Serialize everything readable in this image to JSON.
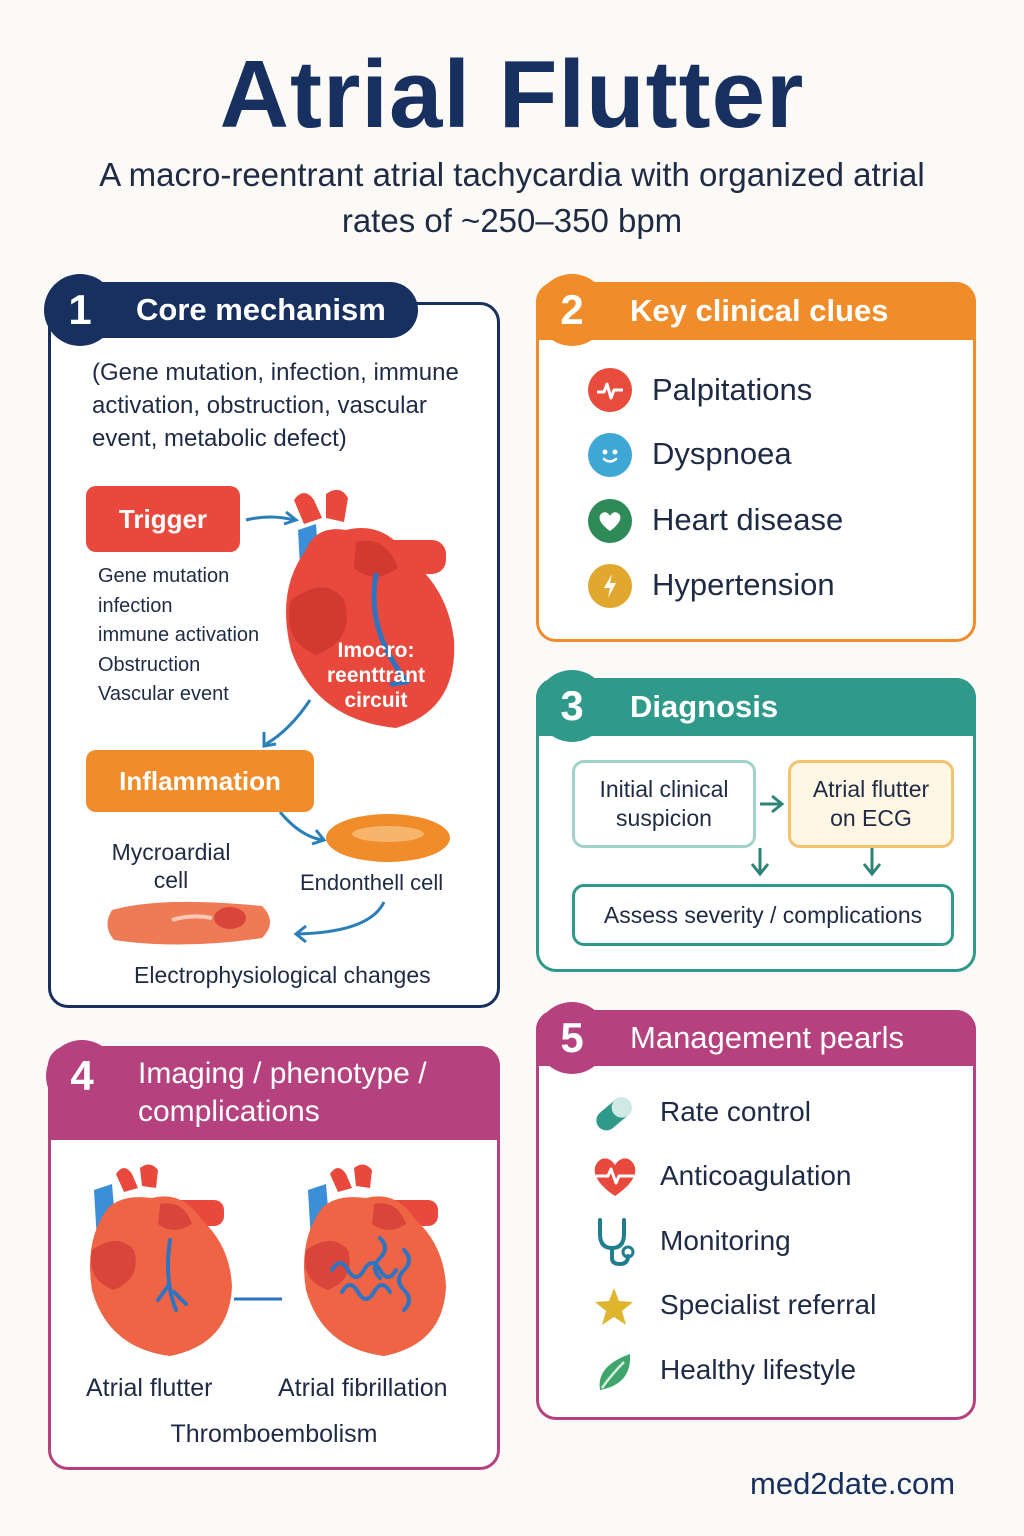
{
  "header": {
    "title": "Atrial Flutter",
    "subtitle": "A macro-reentrant atrial tachycardia with organized atrial rates of ~250–350 bpm"
  },
  "panel1": {
    "number": "1",
    "title": "Core mechanism",
    "intro": "(Gene  mutation, infection, immune activation, obstruction, vascular event, metabolic defect)",
    "trigger_label": "Trigger",
    "trigger_items": [
      "Gene mutation",
      "infection",
      "immune activation",
      "Obstruction",
      "Vascular event"
    ],
    "heart_label": "Imocro: reenttrant circuit",
    "inflammation_label": "Inflammation",
    "myocardial_label": "Mycroardial cell",
    "endothelial_label": "Endonthell cell",
    "footer": "Electrophysiological changes"
  },
  "panel2": {
    "number": "2",
    "title": "Key clinical clues",
    "items": [
      {
        "label": "Palpitations",
        "icon": "pulse-icon",
        "color": "#e74c3c"
      },
      {
        "label": "Dyspnoea",
        "icon": "face-icon",
        "color": "#3fa7d6"
      },
      {
        "label": "Heart disease",
        "icon": "heart-icon",
        "color": "#2e8b57"
      },
      {
        "label": "Hypertension",
        "icon": "lightning-icon",
        "color": "#e0a82e"
      }
    ]
  },
  "panel3": {
    "number": "3",
    "title": "Diagnosis",
    "box_suspicion": "Initial clinical suspicion",
    "box_ecg": "Atrial flutter on ECG",
    "box_assess": "Assess severity / complications"
  },
  "panel4": {
    "number": "4",
    "title": "Imaging / phenotype / complications",
    "left_label": "Atrial flutter",
    "right_label": "Atrial fibrillation",
    "footer": "Thromboembolism"
  },
  "panel5": {
    "number": "5",
    "title": "Management pearls",
    "items": [
      {
        "label": "Rate control",
        "icon": "capsule-icon"
      },
      {
        "label": "Anticoagulation",
        "icon": "heart-ecg-icon"
      },
      {
        "label": "Monitoring",
        "icon": "stethoscope-icon"
      },
      {
        "label": "Specialist referral",
        "icon": "star-icon"
      },
      {
        "label": "Healthy lifestyle",
        "icon": "leaf-icon"
      }
    ]
  },
  "footer": {
    "site": "med2date.com"
  },
  "colors": {
    "navy": "#17305f",
    "orange": "#f08c2a",
    "teal": "#2f9a8a",
    "magenta": "#b5427e",
    "red": "#e8493c"
  }
}
